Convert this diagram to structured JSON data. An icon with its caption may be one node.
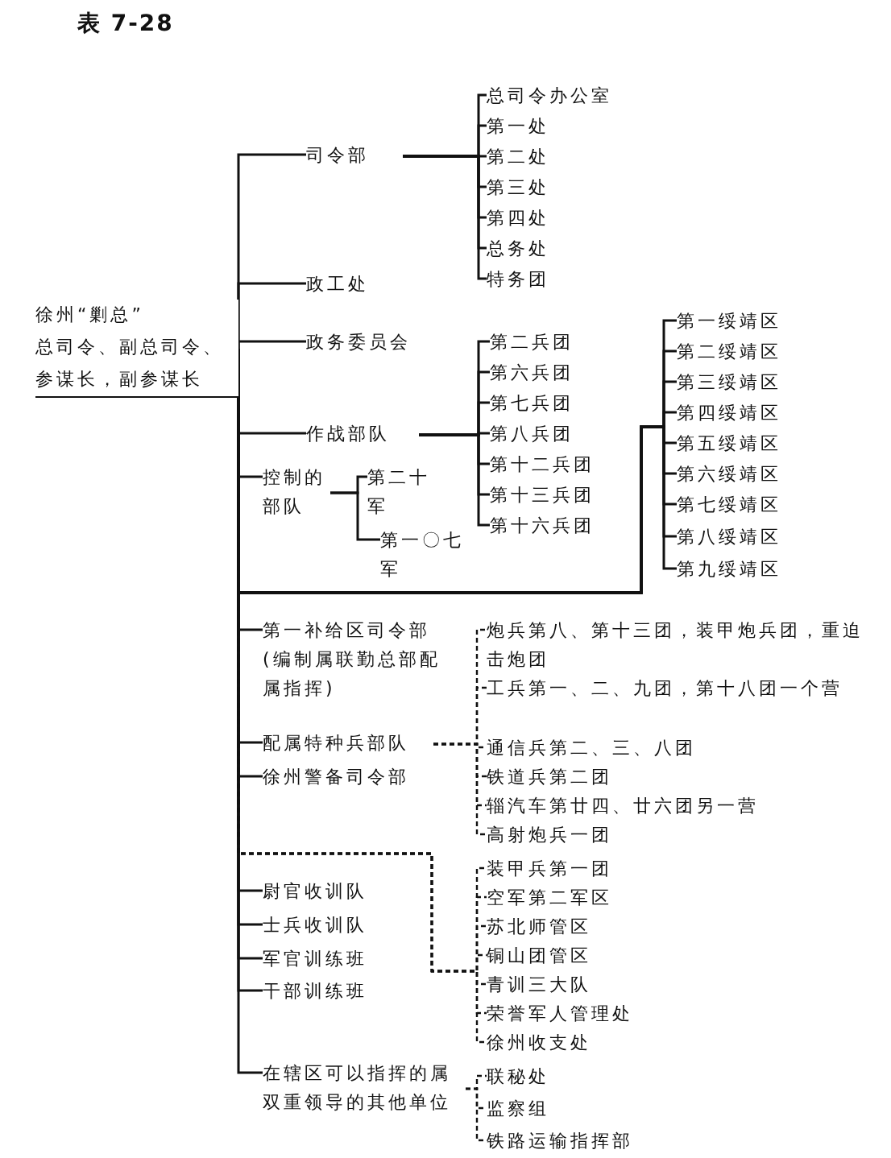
{
  "diagram": {
    "title": "表 7-28",
    "nodes": [
      {
        "text": [
          "徐州“剿总”",
          "总司令、副总司令、参谋长，副参谋长"
        ]
      },
      {
        "text": [
          "司令部"
        ]
      },
      {
        "text": [
          "总司令办公室"
        ]
      },
      {
        "text": [
          "第一处"
        ]
      },
      {
        "text": [
          "第二处"
        ]
      },
      {
        "text": [
          "第三处"
        ]
      },
      {
        "text": [
          "第四处"
        ]
      },
      {
        "text": [
          "总务处"
        ]
      },
      {
        "text": [
          "特务团"
        ]
      },
      {
        "text": [
          "政工处"
        ]
      },
      {
        "text": [
          "政务委员会"
        ]
      },
      {
        "text": [
          "作战部队"
        ]
      },
      {
        "text": [
          "第二兵团"
        ]
      },
      {
        "text": [
          "第六兵团"
        ]
      },
      {
        "text": [
          "第七兵团"
        ]
      },
      {
        "text": [
          "第八兵团"
        ]
      },
      {
        "text": [
          "第十二兵团"
        ]
      },
      {
        "text": [
          "第十三兵团"
        ]
      },
      {
        "text": [
          "第十六兵团"
        ]
      },
      {
        "text": [
          "第一绥靖区"
        ]
      },
      {
        "text": [
          "第二绥靖区"
        ]
      },
      {
        "text": [
          "第三绥靖区"
        ]
      },
      {
        "text": [
          "第四绥靖区"
        ]
      },
      {
        "text": [
          "第五绥靖区"
        ]
      },
      {
        "text": [
          "第六绥靖区"
        ]
      },
      {
        "text": [
          "第七绥靖区"
        ]
      },
      {
        "text": [
          "第八绥靖区"
        ]
      },
      {
        "text": [
          "第九绥靖区"
        ]
      },
      {
        "text": [
          "控制的部队"
        ]
      },
      {
        "text": [
          "第二十军"
        ]
      },
      {
        "text": [
          "第一〇七军"
        ]
      },
      {
        "text": [
          "第一补给区司令部",
          "(编制属联勤总部配属指挥)"
        ]
      },
      {
        "text": [
          "配属特种兵部队"
        ]
      },
      {
        "text": [
          "炮兵第八、第十三团，装甲炮兵团，重迫击炮团"
        ]
      },
      {
        "text": [
          "工兵第一、二、九团，第十八团一个营"
        ]
      },
      {
        "text": [
          "通信兵第二、三、八团"
        ]
      },
      {
        "text": [
          "铁道兵第二团"
        ]
      },
      {
        "text": [
          "辎汽车第廿四、廿六团另一营"
        ]
      },
      {
        "text": [
          "高射炮兵一团"
        ]
      },
      {
        "text": [
          "徐州警备司令部"
        ]
      },
      {
        "text": [
          "尉官收训队"
        ]
      },
      {
        "text": [
          "士兵收训队"
        ]
      },
      {
        "text": [
          "军官训练班"
        ]
      },
      {
        "text": [
          "干部训练班"
        ]
      },
      {
        "text": [
          "装甲兵第一团"
        ]
      },
      {
        "text": [
          "空军第二军区"
        ]
      },
      {
        "text": [
          "苏北师管区"
        ]
      },
      {
        "text": [
          "铜山团管区"
        ]
      },
      {
        "text": [
          "青训三大队"
        ]
      },
      {
        "text": [
          "荣誉军人管理处"
        ]
      },
      {
        "text": [
          "徐州收支处"
        ]
      },
      {
        "text": [
          "在辖区可以指挥的属双重领导的其他单位"
        ]
      },
      {
        "text": [
          "联秘处"
        ]
      },
      {
        "text": [
          "监察组"
        ]
      },
      {
        "text": [
          "铁路运输指挥部"
        ]
      }
    ],
    "edges": [
      {
        "from": 0,
        "to": 1,
        "arrow": "none"
      },
      {
        "from": 0,
        "to": 9,
        "arrow": "none"
      },
      {
        "from": 0,
        "to": 10,
        "arrow": "none"
      },
      {
        "from": 0,
        "to": 11,
        "arrow": "none"
      },
      {
        "from": 0,
        "to": 28,
        "arrow": "none"
      },
      {
        "from": 0,
        "to": 19,
        "arrow": "none"
      },
      {
        "from": 0,
        "to": 20,
        "arrow": "none"
      },
      {
        "from": 0,
        "to": 21,
        "arrow": "none"
      },
      {
        "from": 0,
        "to": 22,
        "arrow": "none"
      },
      {
        "from": 0,
        "to": 23,
        "arrow": "none"
      },
      {
        "from": 0,
        "to": 24,
        "arrow": "none"
      },
      {
        "from": 0,
        "to": 25,
        "arrow": "none"
      },
      {
        "from": 0,
        "to": 26,
        "arrow": "none"
      },
      {
        "from": 0,
        "to": 27,
        "arrow": "none"
      },
      {
        "from": 0,
        "to": 31,
        "arrow": "none"
      },
      {
        "from": 0,
        "to": 32,
        "arrow": "none"
      },
      {
        "from": 0,
        "to": 39,
        "arrow": "none"
      },
      {
        "from": 0,
        "to": 40,
        "arrow": "none"
      },
      {
        "from": 0,
        "to": 41,
        "arrow": "none"
      },
      {
        "from": 0,
        "to": 42,
        "arrow": "none"
      },
      {
        "from": 0,
        "to": 43,
        "arrow": "none"
      },
      {
        "from": 0,
        "to": 51,
        "arrow": "none"
      },
      {
        "from": 0,
        "to": 44,
        "arrow": "none",
        "style": "dashed"
      },
      {
        "from": 0,
        "to": 45,
        "arrow": "none",
        "style": "dashed"
      },
      {
        "from": 0,
        "to": 46,
        "arrow": "none",
        "style": "dashed"
      },
      {
        "from": 0,
        "to": 47,
        "arrow": "none",
        "style": "dashed"
      },
      {
        "from": 0,
        "to": 48,
        "arrow": "none",
        "style": "dashed"
      },
      {
        "from": 0,
        "to": 49,
        "arrow": "none",
        "style": "dashed"
      },
      {
        "from": 0,
        "to": 50,
        "arrow": "none",
        "style": "dashed"
      },
      {
        "from": 1,
        "to": 2,
        "arrow": "none"
      },
      {
        "from": 1,
        "to": 3,
        "arrow": "none"
      },
      {
        "from": 1,
        "to": 4,
        "arrow": "none"
      },
      {
        "from": 1,
        "to": 5,
        "arrow": "none"
      },
      {
        "from": 1,
        "to": 6,
        "arrow": "none"
      },
      {
        "from": 1,
        "to": 7,
        "arrow": "none"
      },
      {
        "from": 1,
        "to": 8,
        "arrow": "none"
      },
      {
        "from": 11,
        "to": 12,
        "arrow": "none"
      },
      {
        "from": 11,
        "to": 13,
        "arrow": "none"
      },
      {
        "from": 11,
        "to": 14,
        "arrow": "none"
      },
      {
        "from": 11,
        "to": 15,
        "arrow": "none"
      },
      {
        "from": 11,
        "to": 16,
        "arrow": "none"
      },
      {
        "from": 11,
        "to": 17,
        "arrow": "none"
      },
      {
        "from": 11,
        "to": 18,
        "arrow": "none"
      },
      {
        "from": 28,
        "to": 29,
        "arrow": "none"
      },
      {
        "from": 28,
        "to": 30,
        "arrow": "none"
      },
      {
        "from": 32,
        "to": 33,
        "arrow": "none",
        "style": "dashed"
      },
      {
        "from": 32,
        "to": 34,
        "arrow": "none",
        "style": "dashed"
      },
      {
        "from": 32,
        "to": 35,
        "arrow": "none",
        "style": "dashed"
      },
      {
        "from": 32,
        "to": 36,
        "arrow": "none",
        "style": "dashed"
      },
      {
        "from": 32,
        "to": 37,
        "arrow": "none",
        "style": "dashed"
      },
      {
        "from": 32,
        "to": 38,
        "arrow": "none",
        "style": "dashed"
      },
      {
        "from": 51,
        "to": 52,
        "arrow": "none",
        "style": "dashed"
      },
      {
        "from": 51,
        "to": 53,
        "arrow": "none",
        "style": "dashed"
      },
      {
        "from": 51,
        "to": 54,
        "arrow": "none",
        "style": "dashed"
      }
    ]
  }
}
